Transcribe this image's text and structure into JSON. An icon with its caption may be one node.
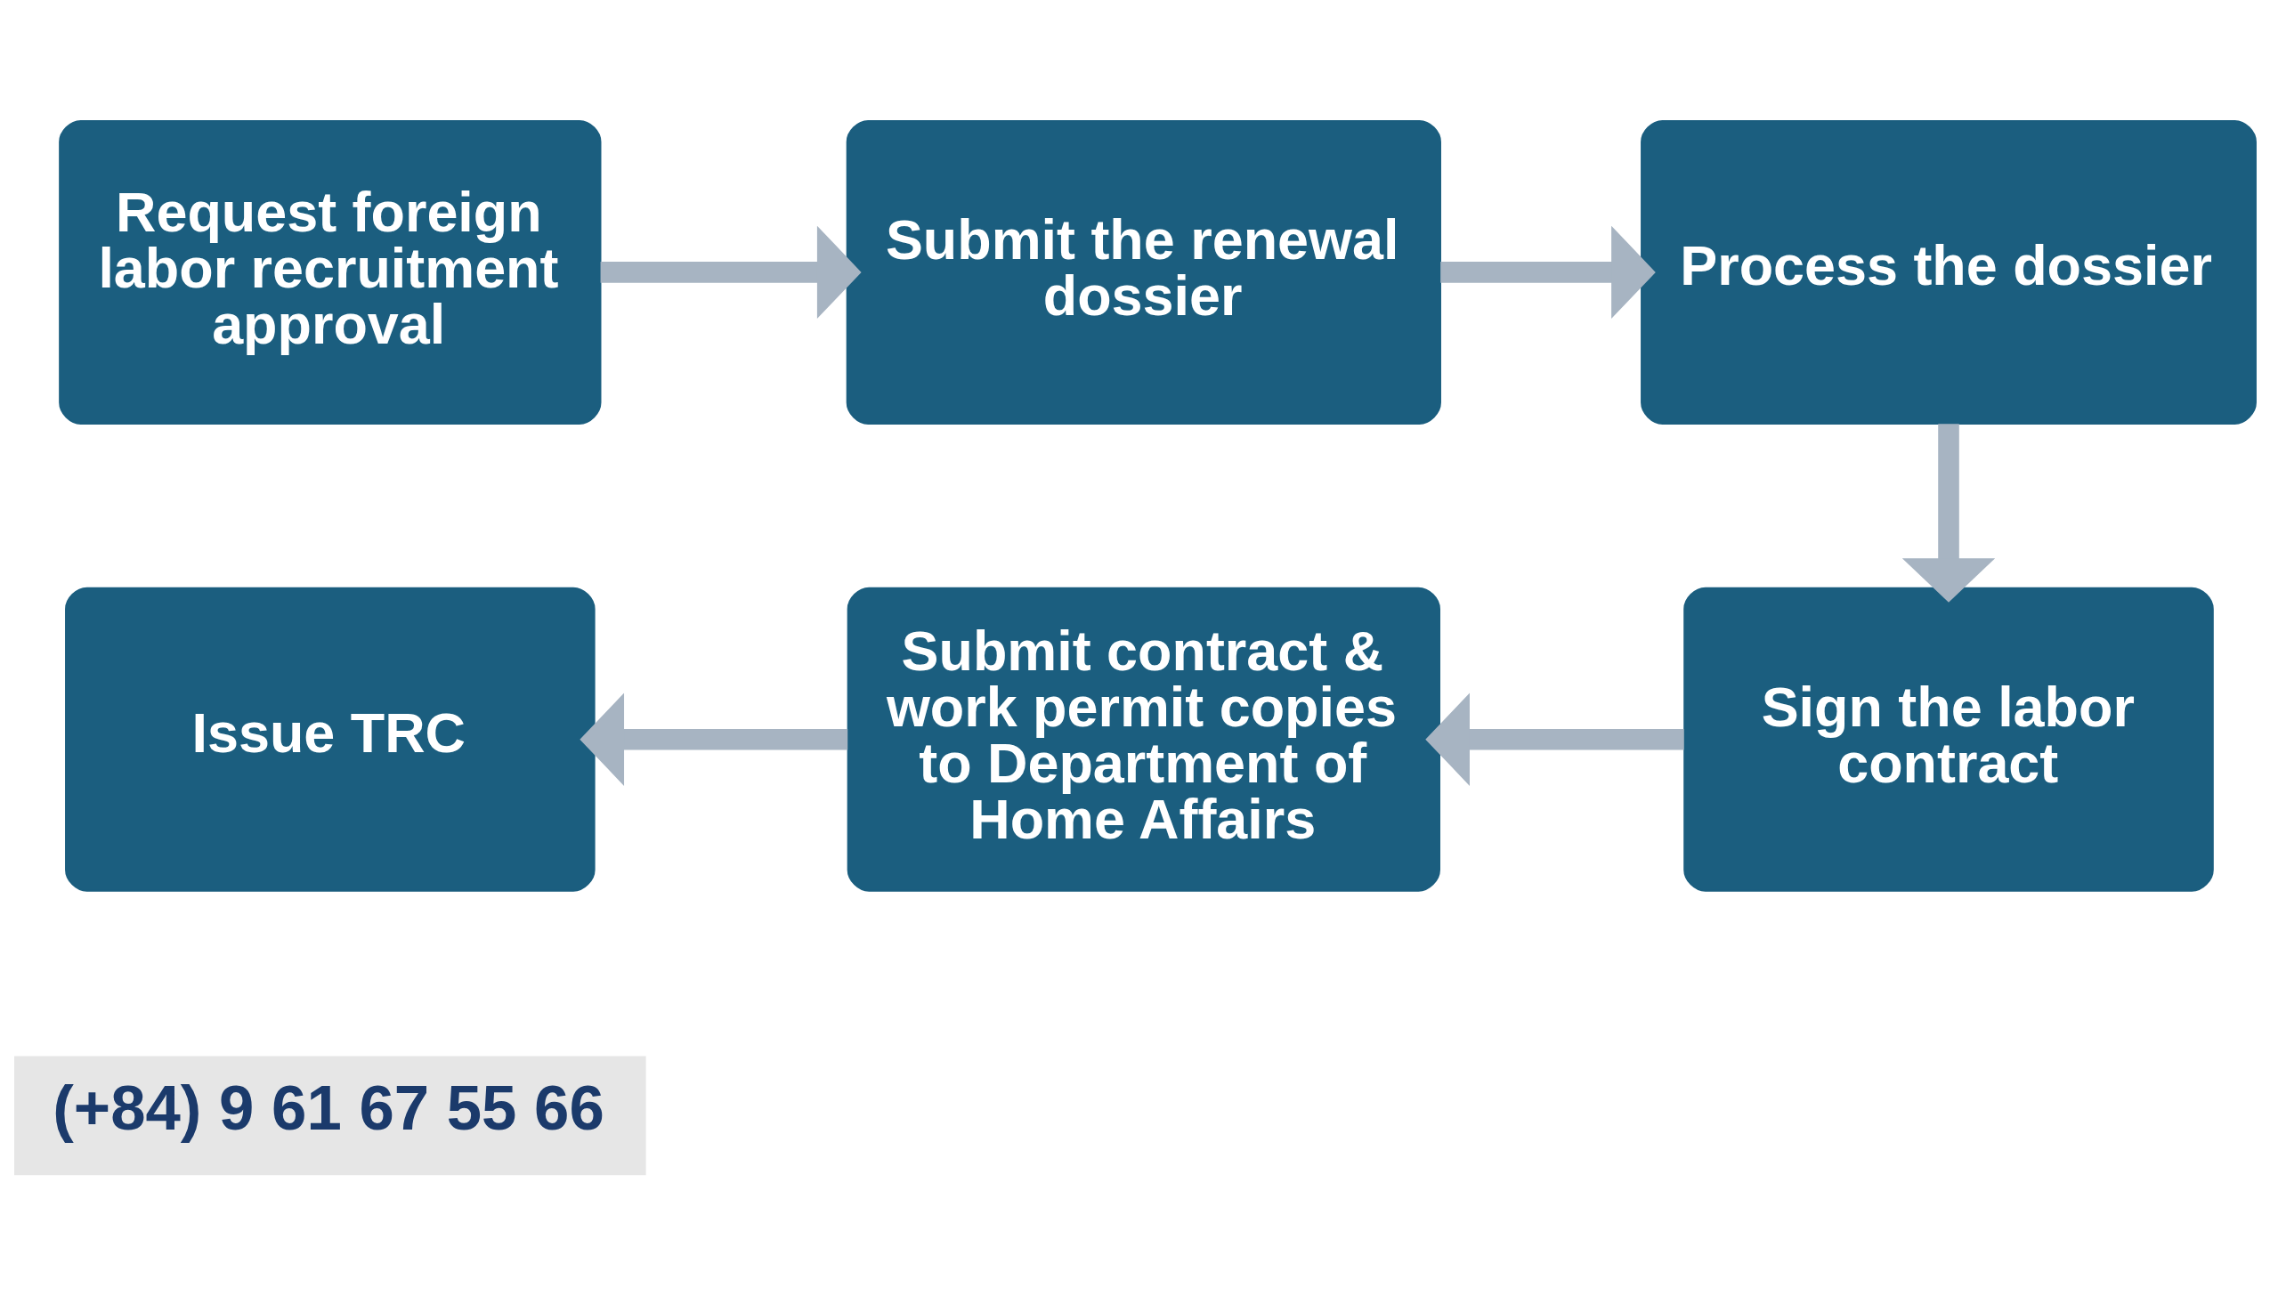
{
  "diagram": {
    "nodes": [
      {
        "text": [
          "Request foreign labor recruitment approval"
        ]
      },
      {
        "text": [
          "Submit the renewal dossier"
        ]
      },
      {
        "text": [
          "Process the dossier"
        ]
      },
      {
        "text": [
          "Issue TRC"
        ]
      },
      {
        "text": [
          "Submit contract & work permit copies to Department of Home Affairs"
        ]
      },
      {
        "text": [
          "Sign the labor contract"
        ]
      }
    ],
    "edges": [
      {
        "from": 0,
        "to": 1,
        "arrow": "to"
      },
      {
        "from": 1,
        "to": 2,
        "arrow": "to"
      },
      {
        "from": 2,
        "to": 5,
        "arrow": "to"
      },
      {
        "from": 5,
        "to": 4,
        "arrow": "to"
      },
      {
        "from": 4,
        "to": 3,
        "arrow": "to"
      }
    ],
    "labels": [
      "(+84) 9 61 67 55 66"
    ]
  }
}
